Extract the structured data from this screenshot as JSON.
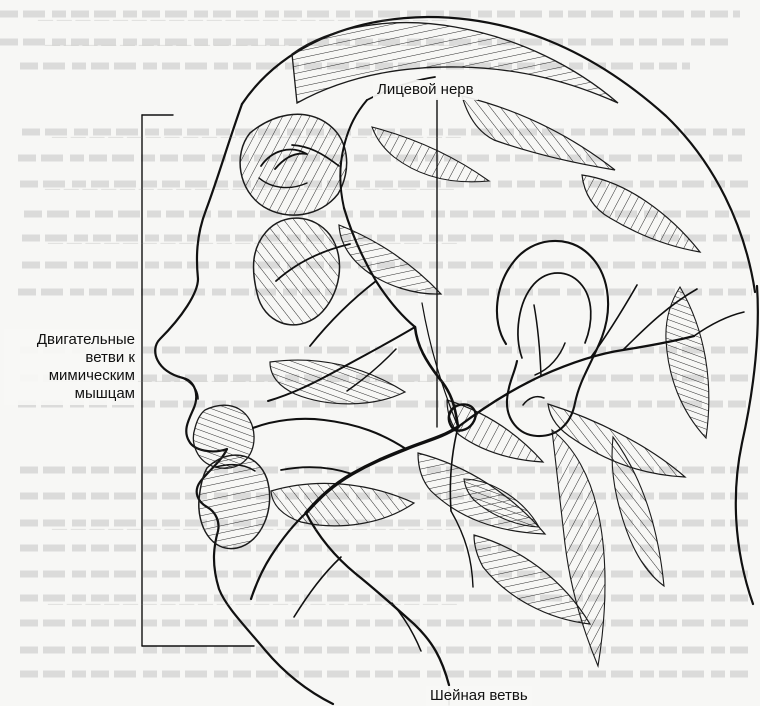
{
  "labels": {
    "facial_nerve": "Лицевой нерв",
    "motor_branches": "Двигательные ветви к мимическим мышцам",
    "cervical_branch": "Шейная ветвь"
  },
  "colors": {
    "ink": "#1a1a1a",
    "paper": "#f7f7f5",
    "faded_text": "#8a8a8a"
  }
}
